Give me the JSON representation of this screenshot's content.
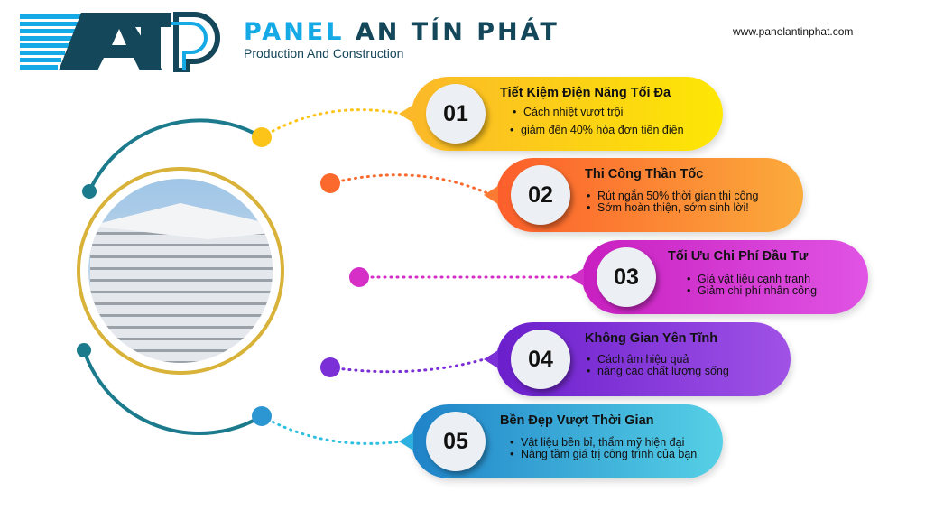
{
  "header": {
    "brand_part1": "PANEL",
    "brand_part2": "AN TÍN PHÁT",
    "tagline": "Production And Construction",
    "website": "www.panelantinphat.com",
    "logo_letters": "ATP"
  },
  "colors": {
    "navy": "#15475a",
    "blue": "#15a9e6",
    "gold": "#d9b23a",
    "teal": "#1b7a8c"
  },
  "features": [
    {
      "number": "01",
      "title": "Tiết Kiệm Điện Năng Tối Đa",
      "bullets": [
        "Cách nhiệt vượt trội",
        "giảm đến 40% hóa đơn tiền điện"
      ],
      "color": "#fcc419"
    },
    {
      "number": "02",
      "title": "Thi Công Thần Tốc",
      "bullets": [
        "Rút ngắn 50% thời gian thi công",
        "Sớm hoàn thiện, sớm sinh lời!"
      ],
      "color": "#fb6a2c"
    },
    {
      "number": "03",
      "title": "Tối Ưu Chi Phí Đầu Tư",
      "bullets": [
        "Giá vật liệu cạnh tranh",
        "Giảm chi phí nhân công"
      ],
      "color": "#d62fc8"
    },
    {
      "number": "04",
      "title": "Không Gian Yên Tĩnh",
      "bullets": [
        "Cách âm hiệu quả",
        "nâng cao chất lượng sống"
      ],
      "color": "#7b2fd6"
    },
    {
      "number": "05",
      "title": "Bền Đẹp Vượt Thời Gian",
      "bullets": [
        "Vật liệu bền bỉ, thẩm mỹ hiện đại",
        "Nâng tầm giá trị công trình của bạn"
      ],
      "color": "#2c96d2"
    }
  ]
}
